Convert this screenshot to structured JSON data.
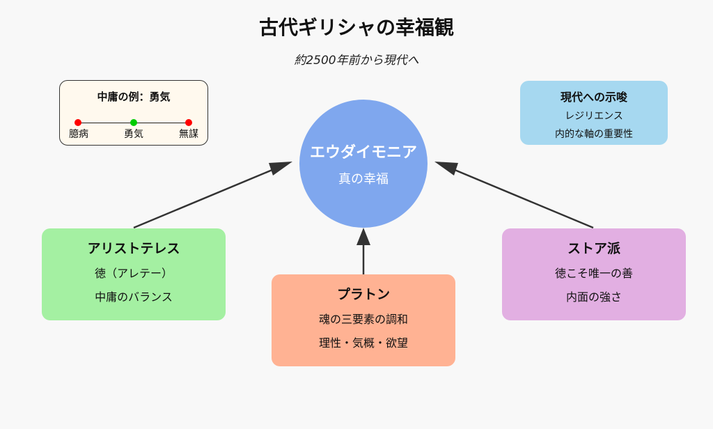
{
  "header": {
    "title": "古代ギリシャの幸福観",
    "subtitle": "約2500年前から現代へ"
  },
  "center": {
    "title": "エウダイモニア",
    "subtitle": "真の幸福",
    "color": "#7fa7ee"
  },
  "schools": {
    "aristotle": {
      "title": "アリストテレス",
      "lines": [
        "徳（アレテー）",
        "中庸のバランス"
      ],
      "color": "#a4f0a2"
    },
    "plato": {
      "title": "プラトン",
      "lines": [
        "魂の三要素の調和",
        "理性・気概・欲望"
      ],
      "color": "#ffb293"
    },
    "stoa": {
      "title": "ストア派",
      "lines": [
        "徳こそ唯一の善",
        "内面の強さ"
      ],
      "color": "#e2afe2"
    }
  },
  "modern": {
    "title": "現代への示唆",
    "lines": [
      "レジリエンス",
      "内的な軸の重要性"
    ],
    "color": "#a6d8f0"
  },
  "legend": {
    "title": "中庸の例：勇気",
    "points": [
      {
        "label": "臆病",
        "color": "#ff0000"
      },
      {
        "label": "勇気",
        "color": "#00cc00"
      },
      {
        "label": "無謀",
        "color": "#ff0000"
      }
    ]
  }
}
